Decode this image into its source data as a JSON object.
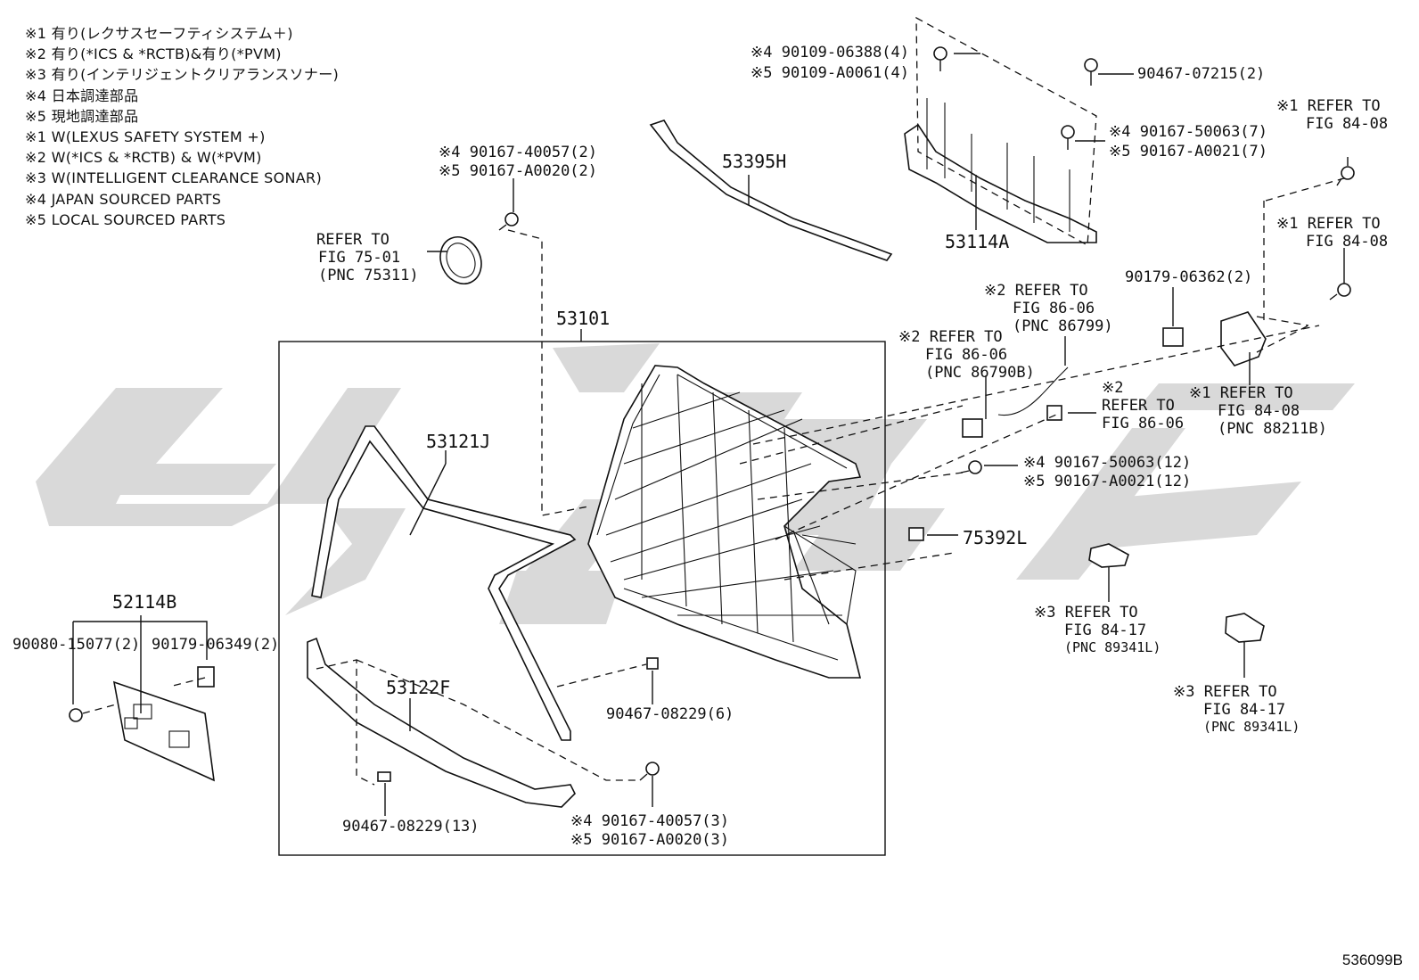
{
  "notes": [
    "※1 有り(レクサスセーフティシステム＋)",
    "※2 有り(*ICS & *RCTB)&有り(*PVM)",
    "※3 有り(インテリジェントクリアランスソナー)",
    "※4 日本調達部品",
    "※5 現地調達部品",
    "※1 W(LEXUS SAFETY SYSTEM +)",
    "※2 W(*ICS & *RCTB) & W(*PVM)",
    "※3 W(INTELLIGENT CLEARANCE SONAR)",
    "※4 JAPAN SOURCED PARTS",
    "※5 LOCAL SOURCED PARTS"
  ],
  "figure_number": "536099B",
  "labels": {
    "p53101": "53101",
    "p53395H": "53395H",
    "p53114A": "53114A",
    "p53121J": "53121J",
    "p53122F": "53122F",
    "p52114B": "52114B",
    "p75392L": "75392L",
    "c90109_a": "※4 90109-06388(4)",
    "c90109_b": "※5 90109-A0061(4)",
    "c90467_07215": "90467-07215(2)",
    "c90167_50063_7": "※4 90167-50063(7)",
    "c90167_A0021_7": "※5 90167-A0021(7)",
    "ref84_08_a1": "※1 REFER TO",
    "ref84_08_a2": "FIG 84-08",
    "ref84_08_b1": "※1 REFER TO",
    "ref84_08_b2": "FIG 84-08",
    "c90167_40057_2": "※4 90167-40057(2)",
    "c90167_A0020_2": "※5 90167-A0020(2)",
    "ref75_1": "REFER TO",
    "ref75_2": "FIG 75-01",
    "ref75_3": "(PNC 75311)",
    "c90179_06362": "90179-06362(2)",
    "ref86799_1": "※2 REFER TO",
    "ref86799_2": "FIG 86-06",
    "ref86799_3": "(PNC 86799)",
    "ref86790_1": "※2 REFER TO",
    "ref86790_2": "FIG 86-06",
    "ref86790_3": "(PNC 86790B)",
    "ref86_c1": "※2",
    "ref86_c2": "REFER TO",
    "ref86_c3": "FIG 86-06",
    "ref88211_1": "※1 REFER TO",
    "ref88211_2": "FIG 84-08",
    "ref88211_3": "(PNC 88211B)",
    "c90167_50063_12": "※4 90167-50063(12)",
    "c90167_A0021_12": "※5 90167-A0021(12)",
    "ref89341a_1": "※3 REFER TO",
    "ref89341a_2": "FIG 84-17",
    "ref89341a_3": "(PNC 89341L)",
    "ref89341b_1": "※3 REFER TO",
    "ref89341b_2": "FIG 84-17",
    "ref89341b_3": "(PNC 89341L)",
    "c90080": "90080-15077(2)",
    "c90179_06349": "90179-06349(2)",
    "c90467_08229_6": "90467-08229(6)",
    "c90467_08229_13": "90467-08229(13)",
    "c90167_40057_3": "※4 90167-40057(3)",
    "c90167_A0020_3": "※5 90167-A0020(3)"
  },
  "colors": {
    "ink": "#111111",
    "watermark": "#d9d9d9",
    "background": "#ffffff"
  }
}
